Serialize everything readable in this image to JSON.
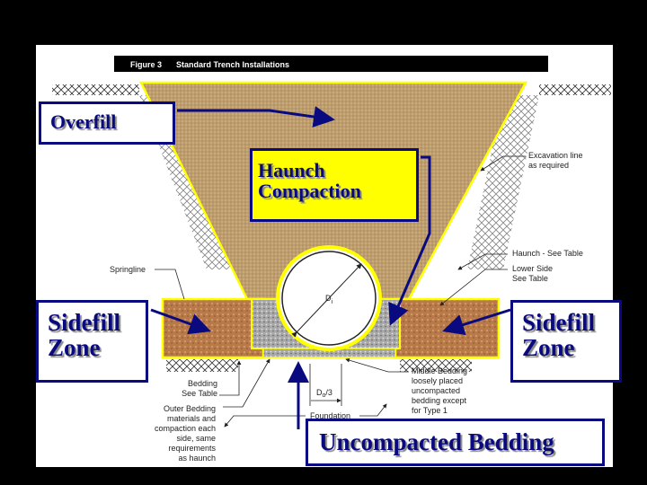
{
  "figure": {
    "number": "Figure 3",
    "title": "Standard Trench Installations"
  },
  "labels": {
    "excavation": [
      "Excavation line",
      "as required"
    ],
    "haunch": "Haunch - See Table",
    "lower_side": [
      "Lower Side",
      "See Table"
    ],
    "springline": "Springline",
    "di_main": "D",
    "di_sub": "i",
    "bedding": [
      "Bedding",
      "See Table"
    ],
    "outer_bedding": [
      "Outer Bedding",
      "materials and",
      "compaction each",
      "side, same",
      "requirements",
      "as haunch"
    ],
    "do_main": "D",
    "do_sub": "o",
    "do_suffix": "/3",
    "foundation": "Foundation",
    "middle_bedding": [
      "Middle Bedding",
      "loosely placed",
      "uncompacted",
      "bedding except",
      "for Type 1"
    ]
  },
  "callouts": {
    "overfill": "Overfill",
    "haunch_compaction": [
      "Haunch",
      "Compaction"
    ],
    "sidefill_left": [
      "Sidefill",
      "Zone"
    ],
    "sidefill_right": [
      "Sidefill",
      "Zone"
    ],
    "uncompacted_bedding": "Uncompacted Bedding"
  },
  "colors": {
    "callout_border": "#0a0a80",
    "highlight": "#ffff00",
    "overfill": "#c8a878",
    "sidefill": "#b87a48",
    "bedding": "#a8a8a8"
  }
}
